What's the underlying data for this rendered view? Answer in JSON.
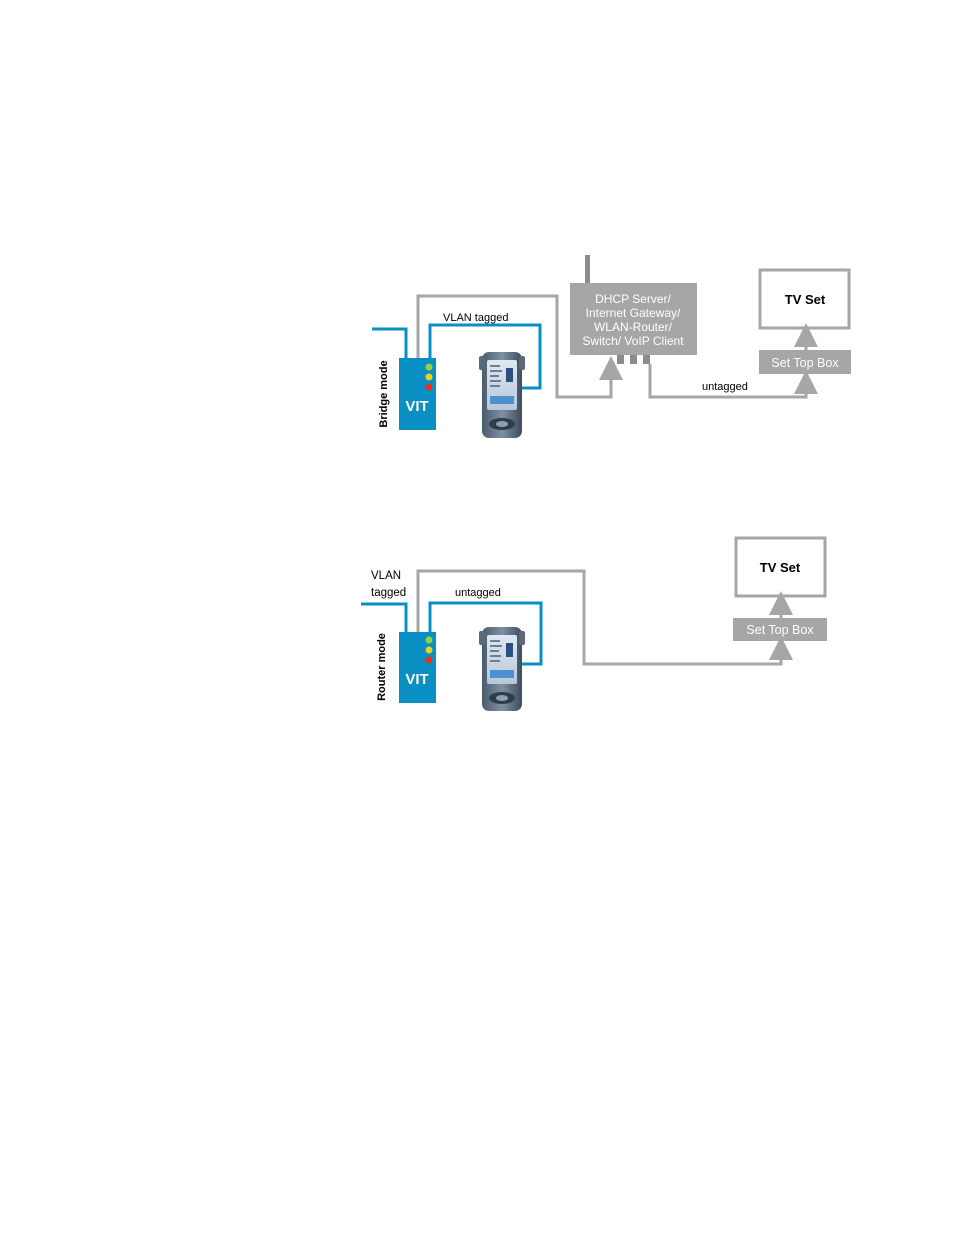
{
  "bridge": {
    "mode_label": "Bridge mode",
    "vit_label": "VIT",
    "vlan_label": "VLAN tagged",
    "gateway_lines": [
      "DHCP Server/",
      "Internet Gateway/",
      "WLAN-Router/",
      "Switch/ VoIP Client"
    ],
    "tv_label": "TV Set",
    "stb_label": "Set Top Box",
    "untagged_label": "untagged"
  },
  "router": {
    "mode_label": "Router mode",
    "vit_label": "VIT",
    "vlan_line1": "VLAN",
    "vlan_line2": "tagged",
    "untagged_label": "untagged",
    "tv_label": "TV Set",
    "stb_label": "Set Top Box"
  },
  "colors": {
    "blue": "#0a8fc4",
    "gray": "#a6a6a6",
    "dark_gray": "#8c8c8c",
    "led_green": "#9ccf3c",
    "led_yellow": "#e8d21a",
    "led_red": "#e8321a"
  }
}
